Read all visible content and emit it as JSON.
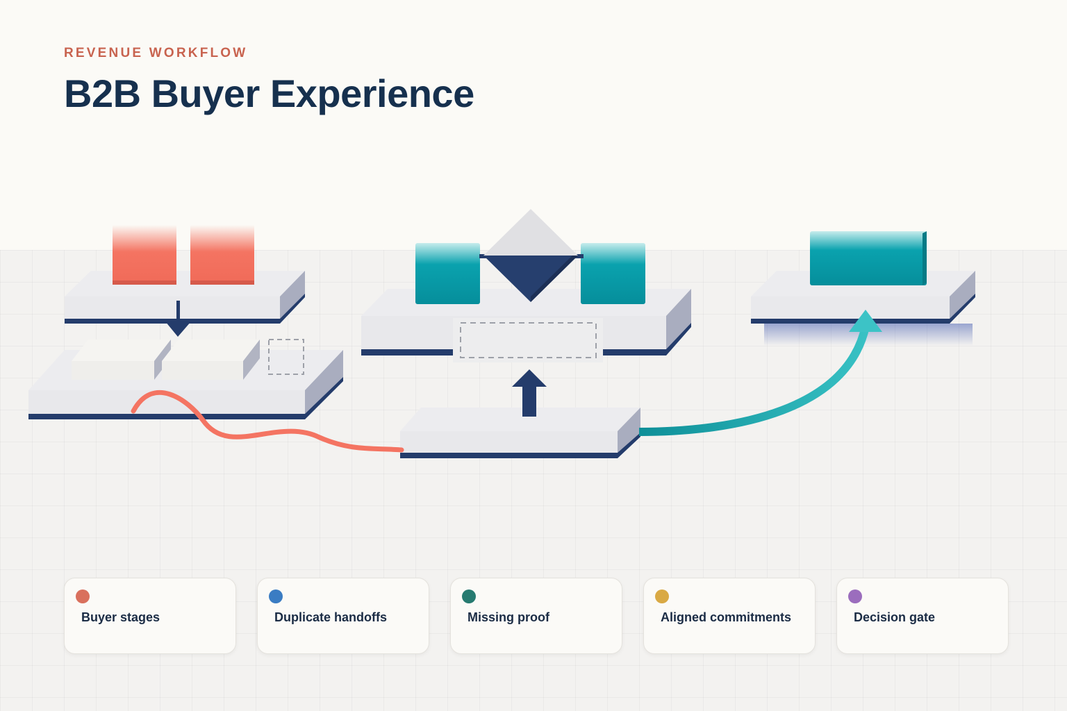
{
  "header": {
    "eyebrow": "REVENUE WORKFLOW",
    "title": "B2B Buyer Experience"
  },
  "colors": {
    "coral": "#f47462",
    "teal": "#079ba8",
    "navy": "#24406f",
    "platform_top": "#e4e4e8",
    "platform_side": "#a9adbf",
    "accent_title": "#16304e",
    "eyebrow": "#c8634f"
  },
  "legend": [
    {
      "label": "Buyer stages",
      "color": "#d9705d"
    },
    {
      "label": "Duplicate handoffs",
      "color": "#3a7cc3"
    },
    {
      "label": "Missing proof",
      "color": "#267a70"
    },
    {
      "label": "Aligned commitments",
      "color": "#d9a944"
    },
    {
      "label": "Decision gate",
      "color": "#9b6dbd"
    }
  ]
}
